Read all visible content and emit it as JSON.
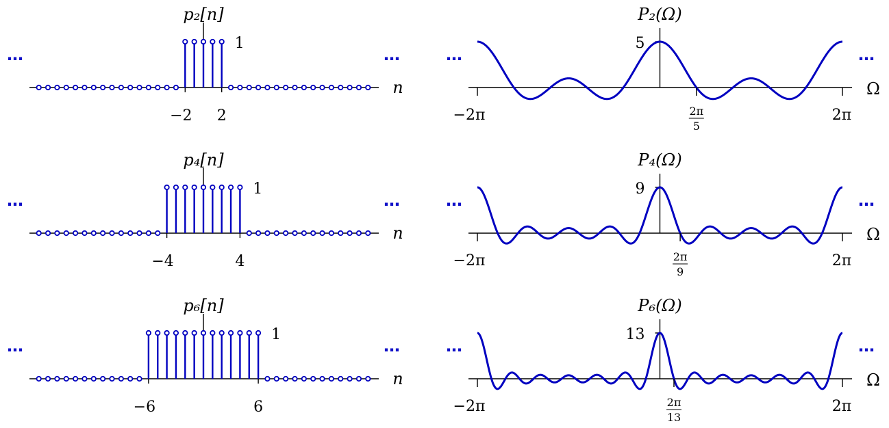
{
  "color": "#0000c0",
  "rows": [
    {
      "N": 2,
      "seq_label": "p₂[n]",
      "seq_height_label": "1",
      "seq_axis_label": "n",
      "seq_tick_labels": [
        "−2",
        "2"
      ],
      "spec_label": "P₂(Ω)",
      "spec_peak_label": "5",
      "spec_axis_label": "Ω",
      "spec_tick_left": "−2π",
      "spec_tick_right": "2π",
      "spec_tick_num": "2π",
      "spec_tick_den": "5",
      "ellipsis": "⋯",
      "chart_data": {
        "type": "stem",
        "x_range": [
          -18,
          18
        ],
        "nonzero_range": [
          -2,
          2
        ],
        "value_inside": 1,
        "value_outside": 0,
        "spectrum": {
          "type": "line",
          "function": "sin(5Ω/2)/sin(Ω/2)",
          "x_range": [
            "-2π",
            "2π"
          ],
          "peak": 5,
          "first_zero": "2π/5"
        }
      }
    },
    {
      "N": 4,
      "seq_label": "p₄[n]",
      "seq_height_label": "1",
      "seq_axis_label": "n",
      "seq_tick_labels": [
        "−4",
        "4"
      ],
      "spec_label": "P₄(Ω)",
      "spec_peak_label": "9",
      "spec_axis_label": "Ω",
      "spec_tick_left": "−2π",
      "spec_tick_right": "2π",
      "spec_tick_num": "2π",
      "spec_tick_den": "9",
      "ellipsis": "⋯",
      "chart_data": {
        "type": "stem",
        "x_range": [
          -18,
          18
        ],
        "nonzero_range": [
          -4,
          4
        ],
        "value_inside": 1,
        "value_outside": 0,
        "spectrum": {
          "type": "line",
          "function": "sin(9Ω/2)/sin(Ω/2)",
          "x_range": [
            "-2π",
            "2π"
          ],
          "peak": 9,
          "first_zero": "2π/9"
        }
      }
    },
    {
      "N": 6,
      "seq_label": "p₆[n]",
      "seq_height_label": "1",
      "seq_axis_label": "n",
      "seq_tick_labels": [
        "−6",
        "6"
      ],
      "spec_label": "P₆(Ω)",
      "spec_peak_label": "13",
      "spec_axis_label": "Ω",
      "spec_tick_left": "−2π",
      "spec_tick_right": "2π",
      "spec_tick_num": "2π",
      "spec_tick_den": "13",
      "ellipsis": "⋯",
      "chart_data": {
        "type": "stem",
        "x_range": [
          -18,
          18
        ],
        "nonzero_range": [
          -6,
          6
        ],
        "value_inside": 1,
        "value_outside": 0,
        "spectrum": {
          "type": "line",
          "function": "sin(13Ω/2)/sin(Ω/2)",
          "x_range": [
            "-2π",
            "2π"
          ],
          "peak": 13,
          "first_zero": "2π/13"
        }
      }
    }
  ]
}
